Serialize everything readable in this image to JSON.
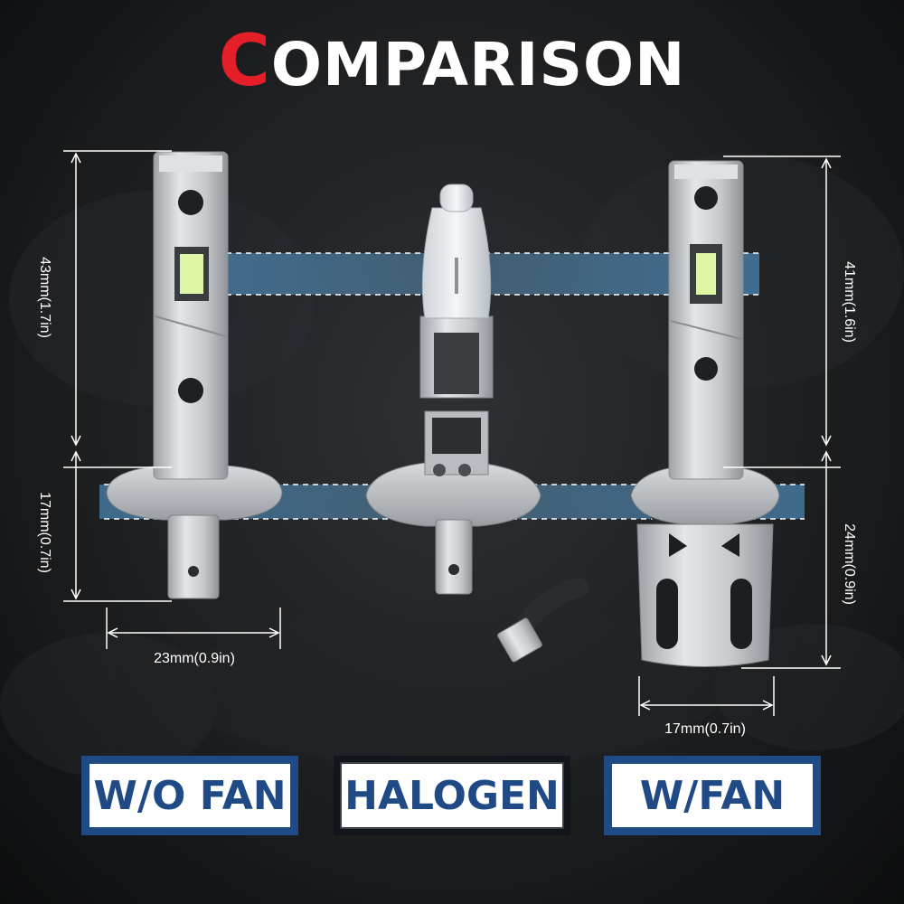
{
  "title": {
    "first_letter": "C",
    "rest": "OMPARISON"
  },
  "colors": {
    "accent_red": "#e41f2a",
    "badge_blue": "#1f4a86",
    "dim_line": "#ffffff",
    "beam": "#58a8e6"
  },
  "dimensions": {
    "left_height_top": "43mm(1.7in)",
    "left_height_bottom": "17mm(0.7in)",
    "left_width": "23mm(0.9in)",
    "right_height_top": "41mm(1.6in)",
    "right_height_bottom": "24mm(0.9in)",
    "right_width": "17mm(0.7in)"
  },
  "labels": {
    "left": "W/O FAN",
    "middle": "HALOGEN",
    "right": "W/FAN"
  }
}
